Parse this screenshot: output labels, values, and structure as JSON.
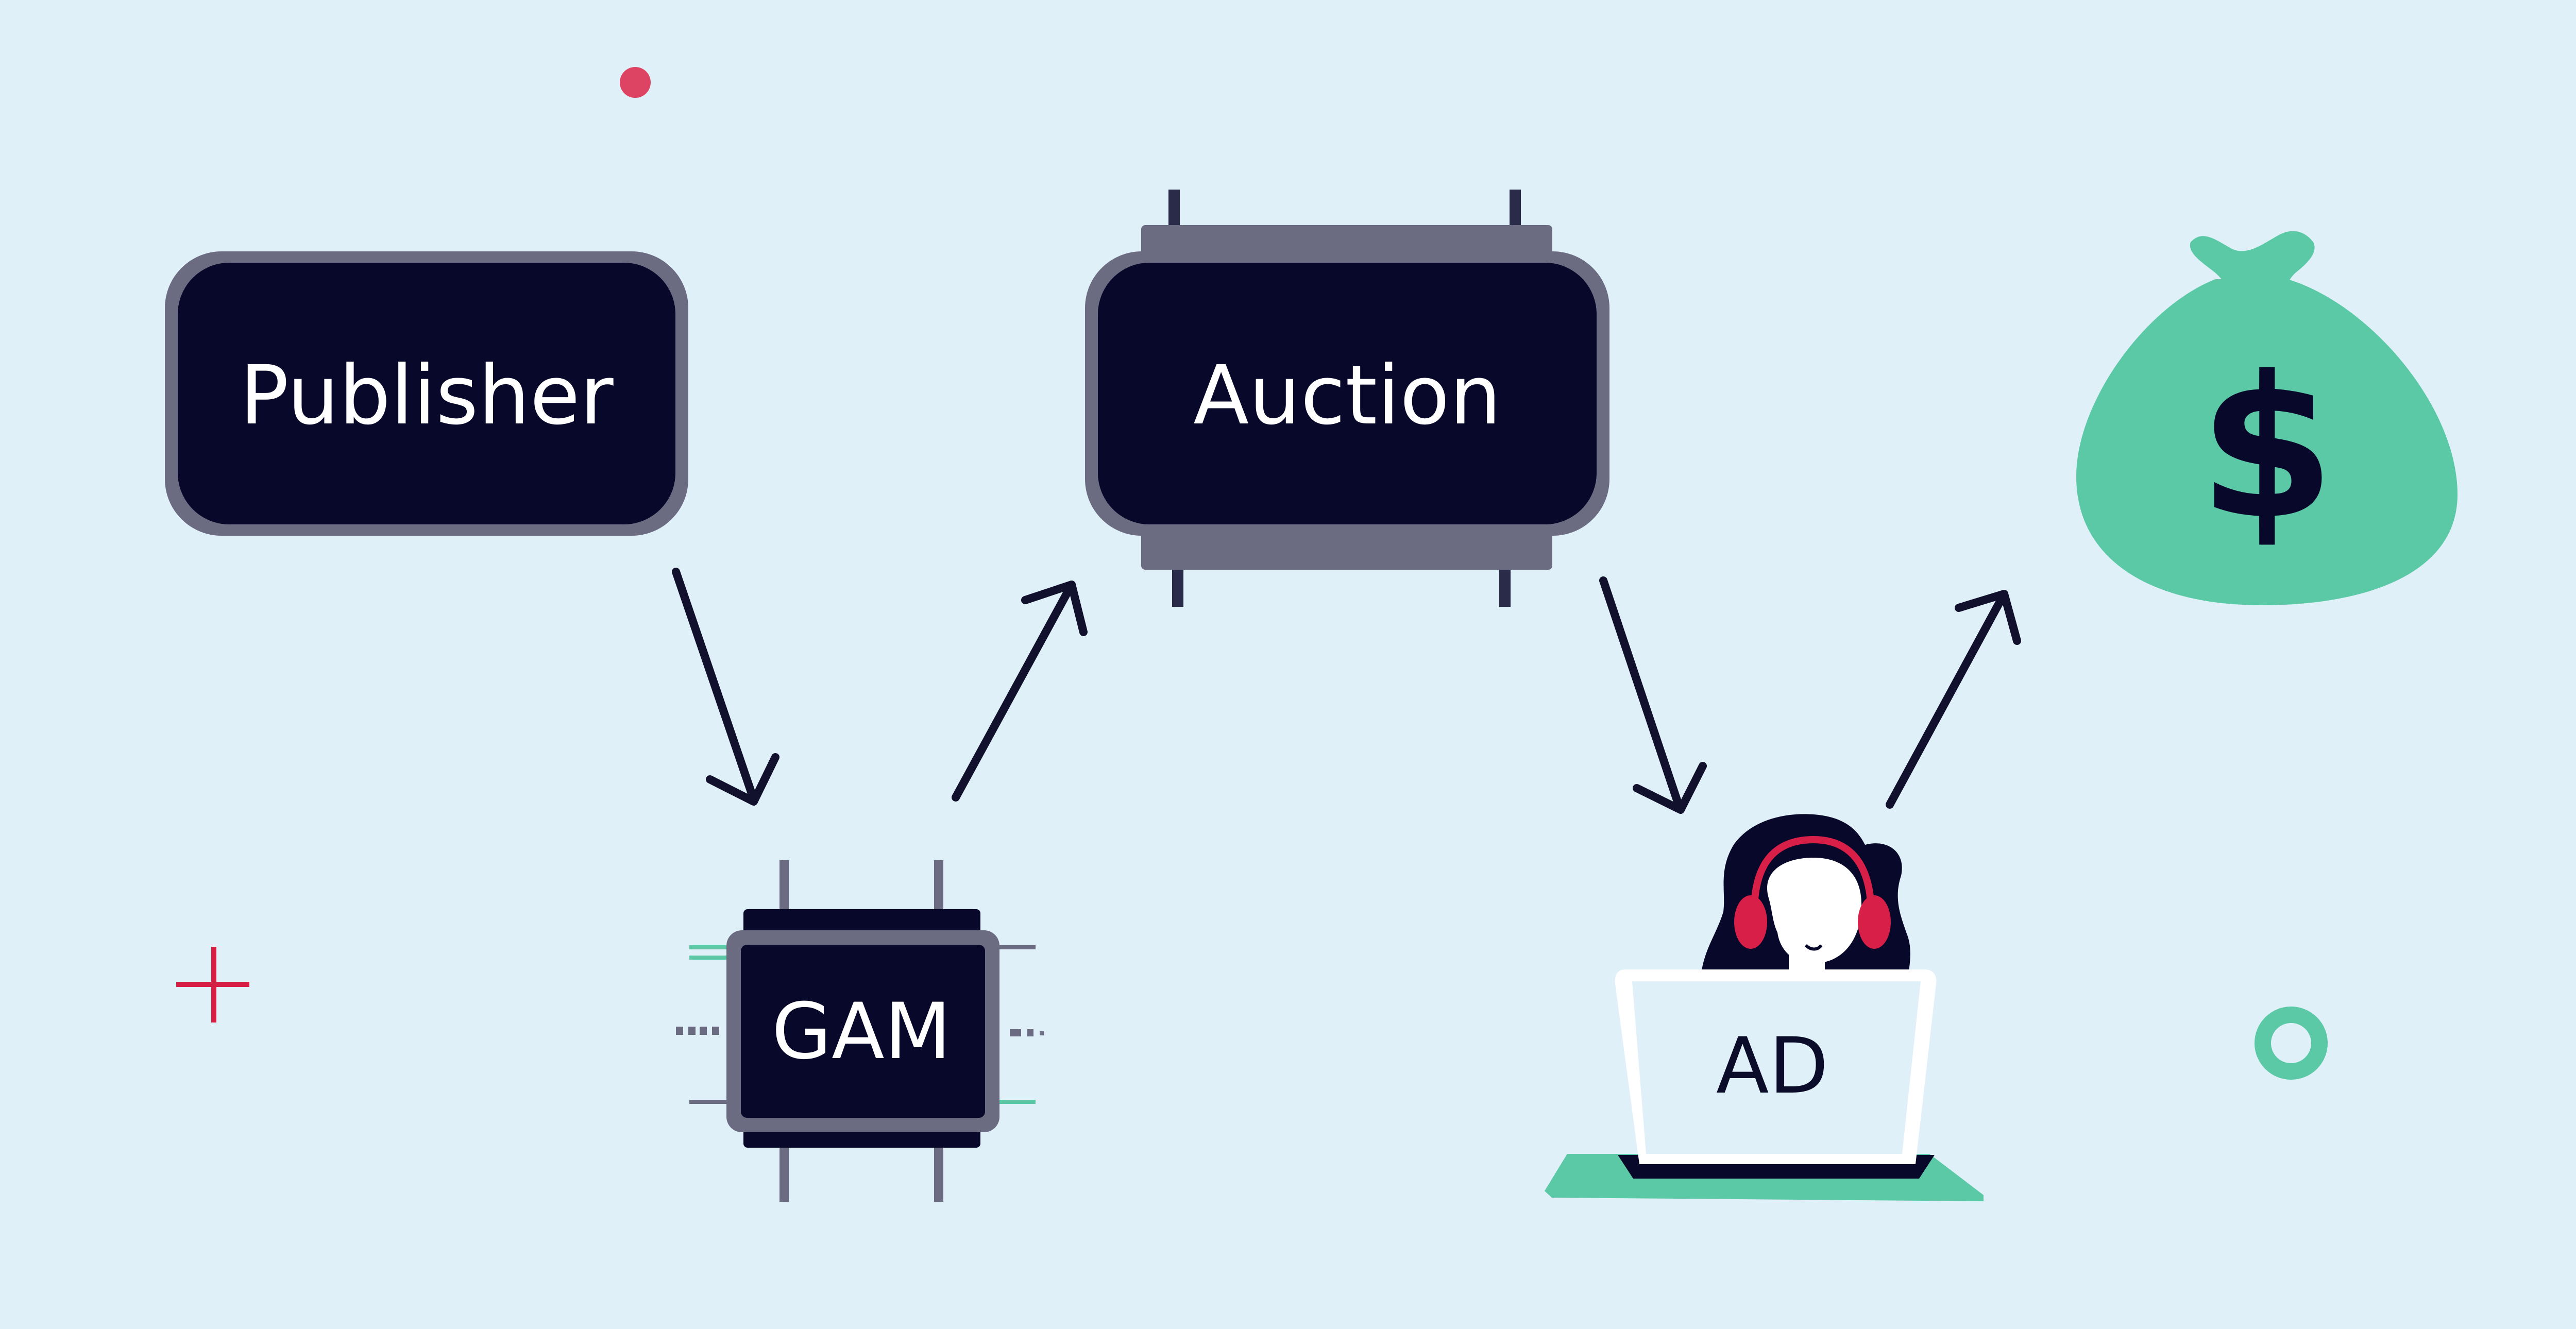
{
  "diagram": {
    "nodes": {
      "publisher": {
        "label": "Publisher"
      },
      "auction": {
        "label": "Auction"
      },
      "gam": {
        "label": "GAM"
      },
      "ad": {
        "label": "AD"
      },
      "money": {
        "label": "$"
      }
    },
    "colors": {
      "background": "#e0f0f8",
      "box_fill": "#08082b",
      "box_border": "#6b6c82",
      "arrow": "#11112e",
      "green": "#5bc9a5",
      "red": "#dd4464",
      "headphones": "#d81f47"
    },
    "icons": [
      "money-bag-icon",
      "chip-icon",
      "laptop-icon",
      "person-headphones-icon",
      "plus-icon",
      "ring-icon",
      "dot-icon"
    ]
  }
}
